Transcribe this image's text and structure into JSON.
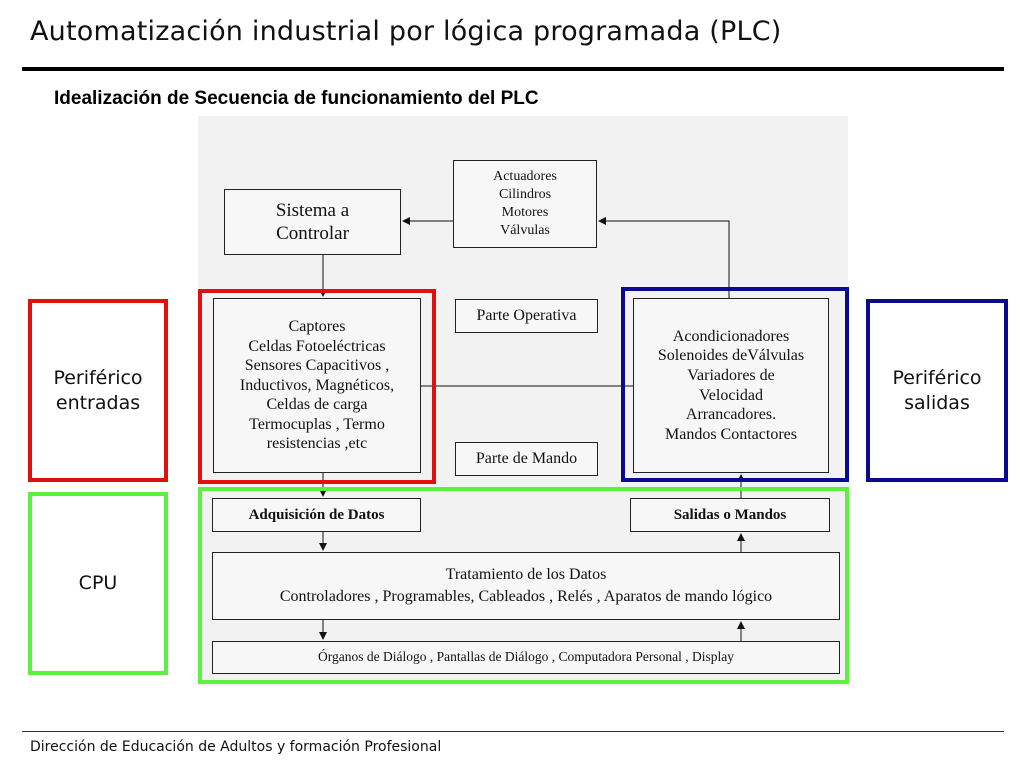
{
  "slide": {
    "title": "Automatización industrial por lógica programada (PLC)",
    "subtitle": "Idealización  de Secuencia de funcionamiento del PLC",
    "footer": "Dirección de Educación de Adultos y formación Profesional"
  },
  "diagram": {
    "system": {
      "lines": [
        "Sistema a",
        "Controlar"
      ]
    },
    "actuators": {
      "lines": [
        "Actuadores",
        "Cilindros",
        "Motores",
        "Válvulas"
      ]
    },
    "sensors": {
      "lines": [
        "Captores",
        "Celdas Fotoeléctricas",
        "Sensores Capacitivos ,",
        "Inductivos, Magnéticos,",
        "Celdas de carga",
        "Termocuplas , Termo",
        "resistencias ,etc"
      ]
    },
    "operative": {
      "label": "Parte Operativa"
    },
    "command": {
      "label": "Parte de Mando"
    },
    "conditioners": {
      "lines": [
        "Acondicionadores",
        "Solenoides deVálvulas",
        "Variadores de",
        "Velocidad",
        "Arrancadores.",
        "Mandos Contactores"
      ]
    },
    "acquisition": {
      "label": "Adquisición de Datos"
    },
    "outputs": {
      "label": "Salidas o Mandos"
    },
    "processing": {
      "lines": [
        "Tratamiento de los Datos",
        "Controladores , Programables, Cableados , Relés  , Aparatos de mando lógico"
      ]
    },
    "dialog": {
      "label": "Órganos de Diálogo , Pantallas de Diálogo , Computadora Personal , Display"
    }
  },
  "side_labels": {
    "inputs": {
      "lines": [
        "Periférico",
        "entradas"
      ]
    },
    "outputs": {
      "lines": [
        "Periférico",
        "salidas"
      ]
    },
    "cpu": {
      "label": "CPU"
    }
  },
  "colors": {
    "input_frame": "#e01010",
    "output_frame": "#0a0a8a",
    "cpu_frame": "#5ef040"
  }
}
